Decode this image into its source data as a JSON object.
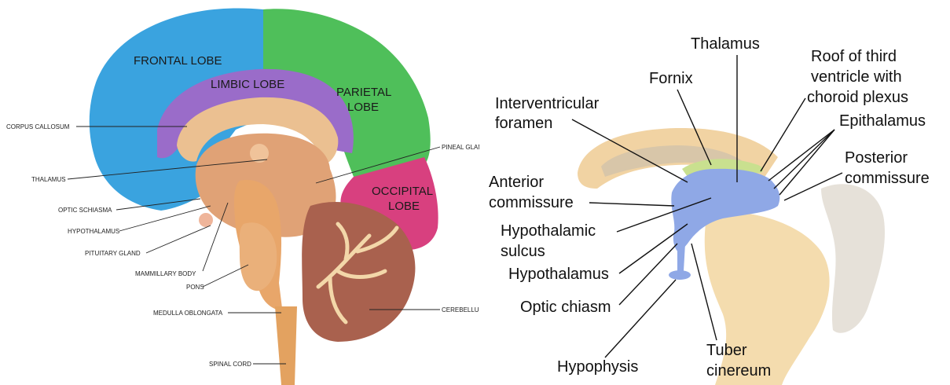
{
  "left_diagram": {
    "lobes": {
      "frontal": "FRONTAL LOBE",
      "limbic": "LIMBIC LOBE",
      "parietal_1": "PARIETAL",
      "parietal_2": "LOBE",
      "occipital_1": "OCCIPITAL",
      "occipital_2": "LOBE"
    },
    "labels": {
      "corpus_callosum": "CORPUS CALLOSUM",
      "thalamus": "THALAMUS",
      "optic_schiasma": "OPTIC SCHIASMA",
      "hypothalamus": "HYPOTHALAMUS",
      "pituitary_gland": "PITUITARY GLAND",
      "mammillary_body": "MAMMILLARY BODY",
      "pons": "PONS",
      "medulla_oblongata": "MEDULLA OBLONGATA",
      "spinal_cord": "SPINAL CORD",
      "pineal_gland": "PINEAL GLAND",
      "cerebellum": "CEREBELLUM"
    },
    "colors": {
      "frontal": "#3aa3df",
      "parietal": "#4fbf5a",
      "limbic": "#9a6cc9",
      "occipital": "#d8407f",
      "tissue": "#e0a276",
      "cerebellum": "#a9614e"
    }
  },
  "right_diagram": {
    "labels": {
      "thalamus": "Thalamus",
      "fornix": "Fornix",
      "roof_1": "Roof of third",
      "roof_2": "ventricle with",
      "roof_3": "choroid plexus",
      "interventricular_1": "Interventricular",
      "interventricular_2": "foramen",
      "epithalamus": "Epithalamus",
      "posterior_1": "Posterior",
      "posterior_2": "commissure",
      "anterior_1": "Anterior",
      "anterior_2": "commissure",
      "hypothalamic_1": "Hypothalamic",
      "hypothalamic_2": "sulcus",
      "hypothalamus": "Hypothalamus",
      "optic_chiasm": "Optic chiasm",
      "hypophysis": "Hypophysis",
      "tuber_1": "Tuber",
      "tuber_2": "cinereum"
    },
    "colors": {
      "diencephalon": "#8fa8e6",
      "fornix": "#c9e08f",
      "corpus": "#f1d3a3",
      "brainstem": "#f4dcae",
      "cerebellum": "#e6e1d9"
    }
  }
}
